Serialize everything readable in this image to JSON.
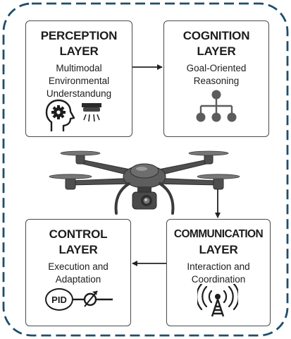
{
  "layers": {
    "perception": {
      "title_1": "PERCEPTION",
      "title_2": "LAYER",
      "sub_1": "Multimodal",
      "sub_2": "Environmental",
      "sub_3": "Understandung"
    },
    "cognition": {
      "title_1": "COGNITION",
      "title_2": "LAYER",
      "sub_1": "Goal-Oriented",
      "sub_2": "Reasoning"
    },
    "control": {
      "title_1": "CONTROL",
      "title_2": "LAYER",
      "sub_1": "Execution and",
      "sub_2": "Adaptation",
      "pid_label": "PID"
    },
    "communication": {
      "title_1": "COMMUNICATION",
      "title_2": "LAYER",
      "sub_1": "Interaction and",
      "sub_2": "Coordination"
    }
  },
  "icons": {
    "perception": [
      "head-gear-icon",
      "sensor-icon"
    ],
    "cognition": [
      "hierarchy-icon"
    ],
    "control": [
      "pid-controller-icon",
      "valve-icon"
    ],
    "communication": [
      "antenna-tower-icon"
    ],
    "center": "drone-icon"
  },
  "colors": {
    "frame": "#1f4d6b",
    "box_border": "#4a4a4a",
    "arrow": "#222222",
    "drone": "#5a5a5a"
  }
}
